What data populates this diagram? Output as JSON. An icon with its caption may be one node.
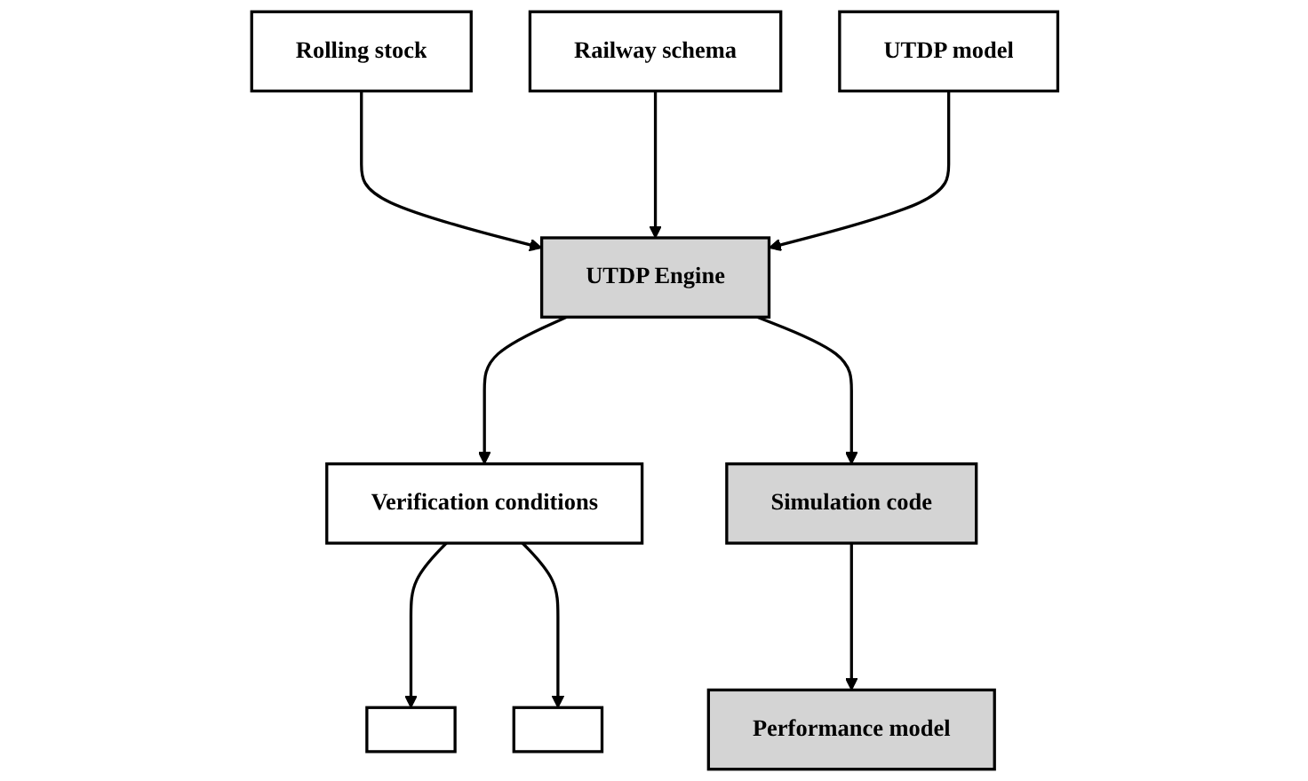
{
  "diagram": {
    "nodes": [
      {
        "text": [
          "Rolling stock"
        ]
      },
      {
        "text": [
          "Railway schema"
        ]
      },
      {
        "text": [
          "UTDP model"
        ]
      },
      {
        "text": [
          "UTDP Engine"
        ]
      },
      {
        "text": [
          "Verification conditions"
        ]
      },
      {
        "text": [
          "Simulation code"
        ]
      },
      {
        "text": [],
        "shape": "box"
      },
      {
        "text": [],
        "shape": "box"
      },
      {
        "text": [
          "Performance model"
        ]
      }
    ],
    "edges": [
      {
        "from": 0,
        "to": 3,
        "arrow": "to"
      },
      {
        "from": 1,
        "to": 3,
        "arrow": "to"
      },
      {
        "from": 2,
        "to": 3,
        "arrow": "to"
      },
      {
        "from": 3,
        "to": 4,
        "arrow": "to"
      },
      {
        "from": 3,
        "to": 5,
        "arrow": "to"
      },
      {
        "from": 4,
        "to": 6,
        "arrow": "to"
      },
      {
        "from": 4,
        "to": 7,
        "arrow": "to"
      },
      {
        "from": 5,
        "to": 8,
        "arrow": "to"
      }
    ]
  }
}
